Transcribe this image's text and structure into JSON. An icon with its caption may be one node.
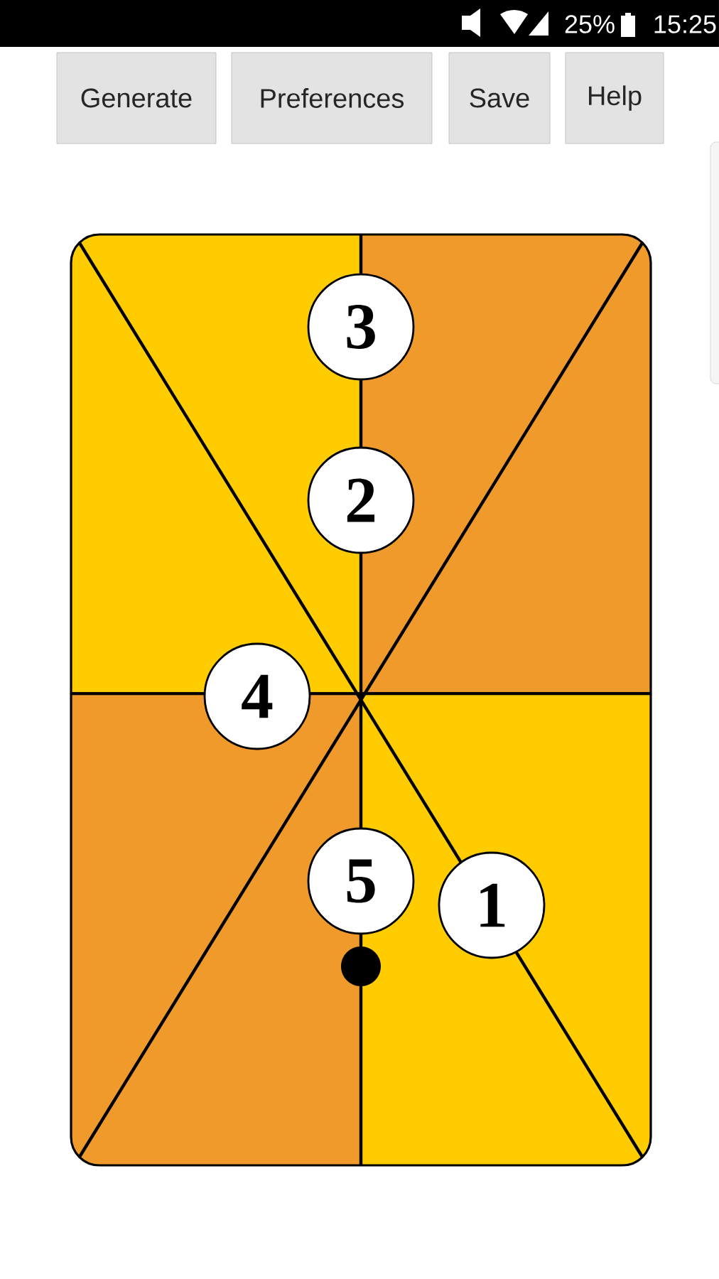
{
  "diagram": {
    "nodes": [
      {
        "text": [
          "Generate"
        ]
      },
      {
        "text": [
          "Preferences"
        ]
      },
      {
        "text": [
          "Save"
        ]
      },
      {
        "text": [
          "Help"
        ]
      },
      {
        "text": [],
        "shape": "box"
      },
      {
        "text": [
          "3"
        ],
        "in": 4
      },
      {
        "text": [
          "2"
        ],
        "in": 4
      },
      {
        "text": [
          "4"
        ],
        "in": 4
      },
      {
        "text": [
          "5"
        ],
        "in": 4
      },
      {
        "text": [
          "1"
        ],
        "in": 4
      }
    ],
    "labels": [
      "25%",
      "15:25"
    ]
  }
}
